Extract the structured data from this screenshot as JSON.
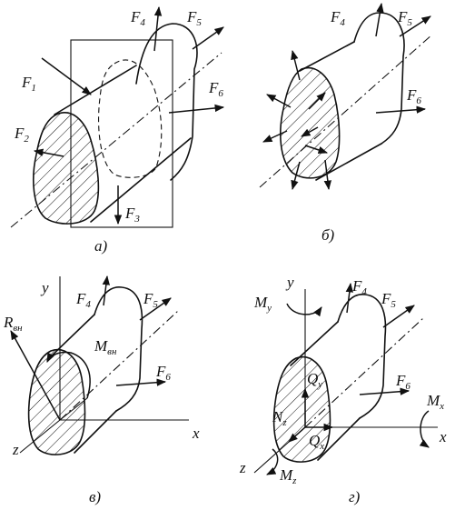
{
  "panels": {
    "a": {
      "caption": "а)",
      "forces": [
        {
          "letter": "F",
          "sub": "1"
        },
        {
          "letter": "F",
          "sub": "2"
        },
        {
          "letter": "F",
          "sub": "3"
        },
        {
          "letter": "F",
          "sub": "4"
        },
        {
          "letter": "F",
          "sub": "5"
        },
        {
          "letter": "F",
          "sub": "6"
        }
      ]
    },
    "b": {
      "caption": "б)",
      "forces": [
        {
          "letter": "F",
          "sub": "4"
        },
        {
          "letter": "F",
          "sub": "5"
        },
        {
          "letter": "F",
          "sub": "6"
        }
      ]
    },
    "v": {
      "caption": "в)",
      "forces": [
        {
          "letter": "F",
          "sub": "4"
        },
        {
          "letter": "F",
          "sub": "5"
        },
        {
          "letter": "F",
          "sub": "6"
        }
      ],
      "R": {
        "letter": "R",
        "sub": "вн"
      },
      "M": {
        "letter": "M",
        "sub": "вн"
      },
      "axes": {
        "x": "x",
        "y": "y",
        "z": "z"
      }
    },
    "g": {
      "caption": "г)",
      "forces": [
        {
          "letter": "F",
          "sub": "4"
        },
        {
          "letter": "F",
          "sub": "5"
        },
        {
          "letter": "F",
          "sub": "6"
        }
      ],
      "moments": {
        "My": {
          "letter": "M",
          "sub": "y"
        },
        "Mx": {
          "letter": "M",
          "sub": "x"
        },
        "Mz": {
          "letter": "M",
          "sub": "z"
        }
      },
      "internal": {
        "Qy": {
          "letter": "Q",
          "sub": "y"
        },
        "Qx": {
          "letter": "Q",
          "sub": "x"
        },
        "Nz": {
          "letter": "N",
          "sub": "z"
        }
      },
      "axes": {
        "x": "x",
        "y": "y",
        "z": "z"
      }
    }
  }
}
